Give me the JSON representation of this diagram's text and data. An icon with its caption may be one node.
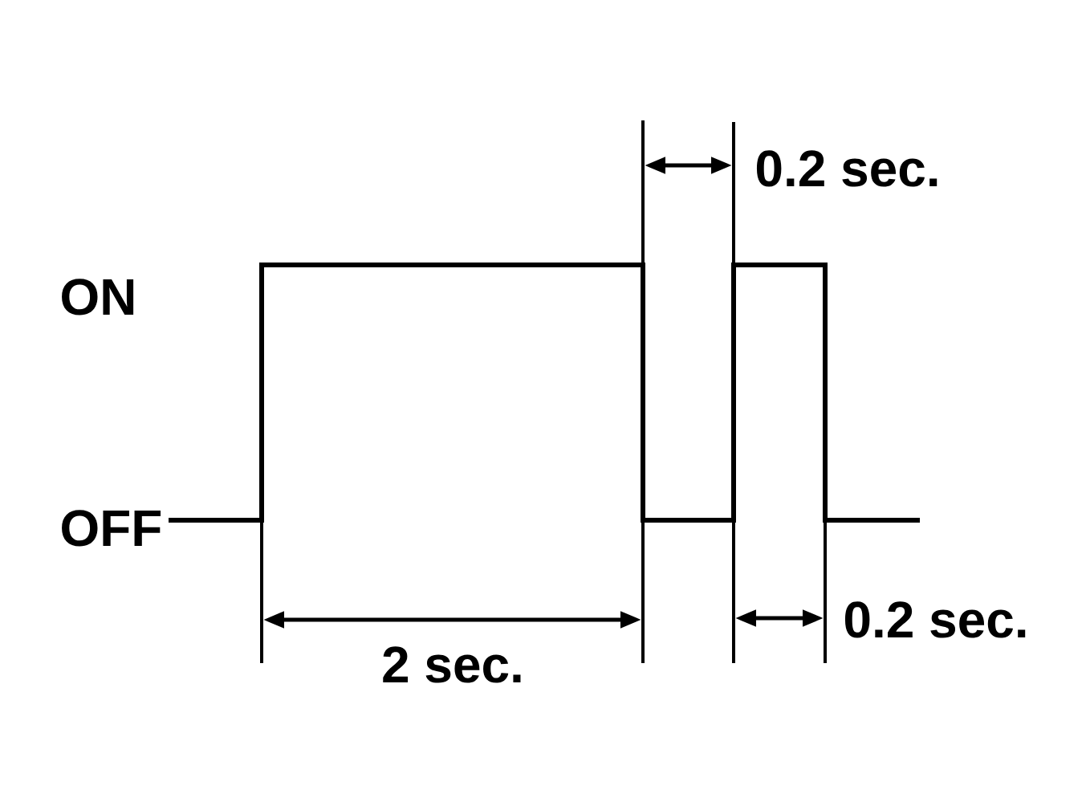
{
  "diagram": {
    "labels": [
      "0.2 sec.",
      "ON",
      "OFF",
      "0.2 sec.",
      "2 sec."
    ]
  }
}
